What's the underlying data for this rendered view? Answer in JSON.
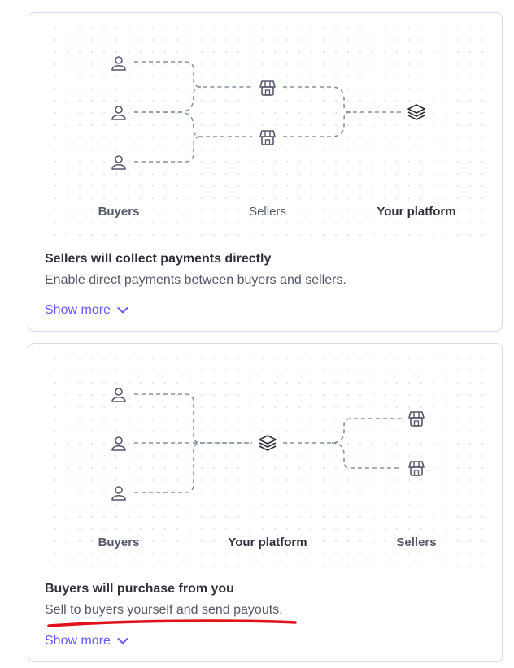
{
  "cards": [
    {
      "labels": {
        "left": "Buyers",
        "middle": "Sellers",
        "right": "Your platform"
      },
      "title": "Sellers will collect payments directly",
      "description": "Enable direct payments between buyers and sellers.",
      "show_more": "Show more"
    },
    {
      "labels": {
        "left": "Buyers",
        "middle": "Your platform",
        "right": "Sellers"
      },
      "title": "Buyers will purchase from you",
      "description": "Sell to buyers yourself and send payouts.",
      "show_more": "Show more"
    }
  ],
  "colors": {
    "accent": "#635bff",
    "annotation": "#e0131b",
    "border": "#d5dbe1",
    "connector": "#8792a2"
  },
  "icons": [
    "user-icon",
    "storefront-icon",
    "layers-icon",
    "chevron-down-icon"
  ]
}
